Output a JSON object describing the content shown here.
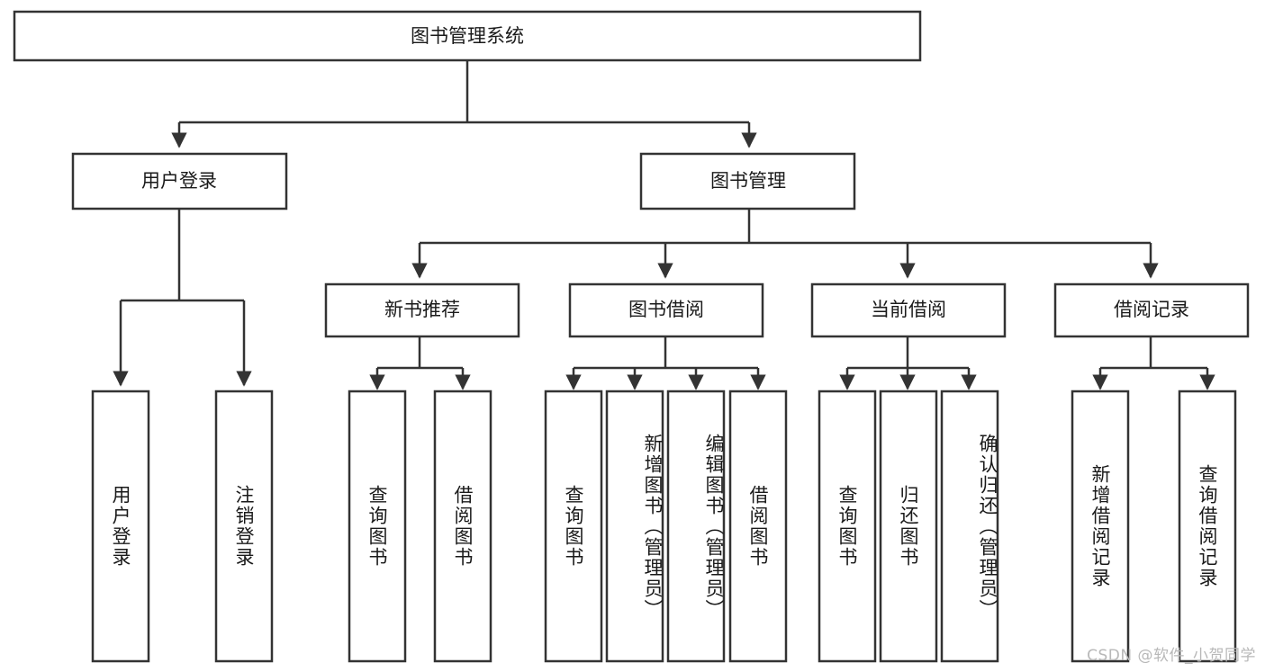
{
  "diagram": {
    "title": "图书管理系统",
    "type": "hierarchy-tree",
    "watermark": "CSDN @软件_小贺同学",
    "root": {
      "label": "图书管理系统"
    },
    "level2": [
      {
        "id": "user-login",
        "label": "用户登录"
      },
      {
        "id": "book-management",
        "label": "图书管理"
      }
    ],
    "level3": [
      {
        "id": "new-book-recommend",
        "label": "新书推荐",
        "parent": "book-management"
      },
      {
        "id": "book-borrow",
        "label": "图书借阅",
        "parent": "book-management"
      },
      {
        "id": "current-borrow",
        "label": "当前借阅",
        "parent": "book-management"
      },
      {
        "id": "borrow-record",
        "label": "借阅记录",
        "parent": "book-management"
      }
    ],
    "leaves": [
      {
        "id": "leaf-user-login",
        "label": "用户登录",
        "parent": "user-login"
      },
      {
        "id": "leaf-logout-login",
        "label": "注销登录",
        "parent": "user-login"
      },
      {
        "id": "leaf-query-book-1",
        "label": "查询图书",
        "parent": "new-book-recommend"
      },
      {
        "id": "leaf-borrow-book-1",
        "label": "借阅图书",
        "parent": "new-book-recommend"
      },
      {
        "id": "leaf-query-book-2",
        "label": "查询图书",
        "parent": "book-borrow"
      },
      {
        "id": "leaf-add-book",
        "label": "新增图书（管理员）",
        "parent": "book-borrow"
      },
      {
        "id": "leaf-edit-book",
        "label": "编辑图书（管理员）",
        "parent": "book-borrow"
      },
      {
        "id": "leaf-borrow-book-2",
        "label": "借阅图书",
        "parent": "book-borrow"
      },
      {
        "id": "leaf-query-book-3",
        "label": "查询图书",
        "parent": "current-borrow"
      },
      {
        "id": "leaf-return-book",
        "label": "归还图书",
        "parent": "current-borrow"
      },
      {
        "id": "leaf-confirm-return",
        "label": "确认归还（管理员）",
        "parent": "current-borrow"
      },
      {
        "id": "leaf-add-record",
        "label": "新增借阅记录",
        "parent": "borrow-record"
      },
      {
        "id": "leaf-query-record",
        "label": "查询借阅记录",
        "parent": "borrow-record"
      }
    ],
    "colors": {
      "box_stroke": "#333333",
      "box_fill": "#ffffff",
      "text": "#1a1a1a",
      "watermark": "#b8b8b8",
      "background": "#ffffff"
    }
  }
}
